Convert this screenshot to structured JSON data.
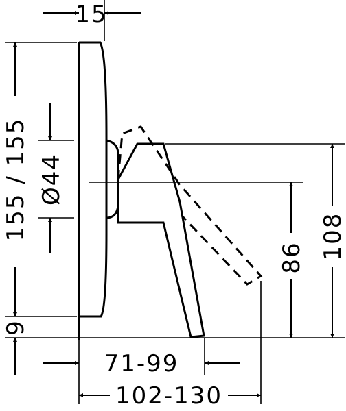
{
  "dimensions": {
    "top_width": "15",
    "escutcheon_height": "155 / 155",
    "body_diameter": "Ø44",
    "bottom_offset": "9",
    "axis_height": "86",
    "total_height": "108",
    "lever_projection": "71-99",
    "total_projection": "102-130"
  },
  "colors": {
    "line": "#000000",
    "background": "#ffffff"
  }
}
